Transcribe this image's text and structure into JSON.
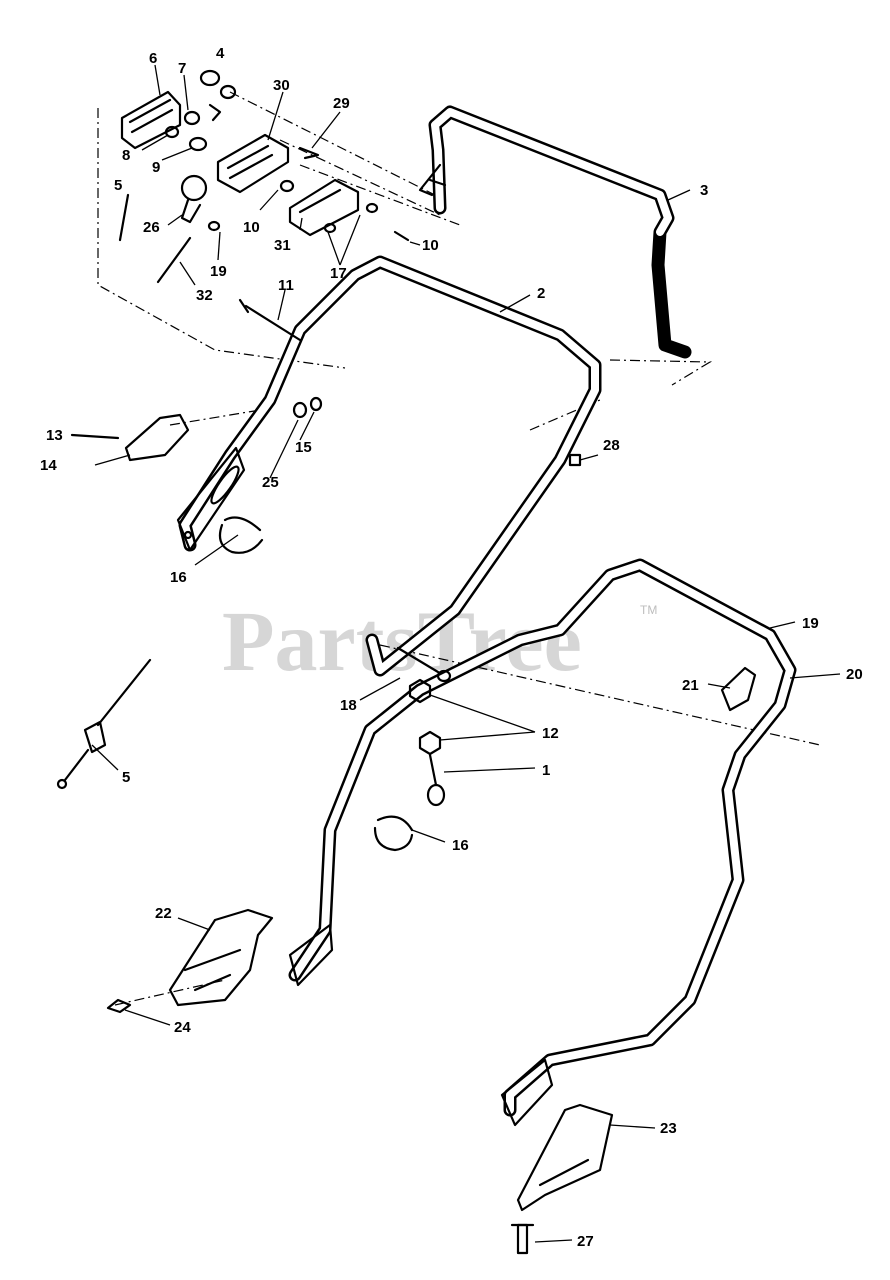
{
  "watermark": {
    "text": "PartsTree",
    "tm": "TM"
  },
  "callouts": [
    {
      "id": "c-6",
      "label": "6"
    },
    {
      "id": "c-4",
      "label": "4"
    },
    {
      "id": "c-7",
      "label": "7"
    },
    {
      "id": "c-30",
      "label": "30"
    },
    {
      "id": "c-29",
      "label": "29"
    },
    {
      "id": "c-8",
      "label": "8"
    },
    {
      "id": "c-9",
      "label": "9"
    },
    {
      "id": "c-5a",
      "label": "5"
    },
    {
      "id": "c-26",
      "label": "26"
    },
    {
      "id": "c-10a",
      "label": "10"
    },
    {
      "id": "c-31",
      "label": "31"
    },
    {
      "id": "c-10b",
      "label": "10"
    },
    {
      "id": "c-19a",
      "label": "19"
    },
    {
      "id": "c-17",
      "label": "17"
    },
    {
      "id": "c-32",
      "label": "32"
    },
    {
      "id": "c-3",
      "label": "3"
    },
    {
      "id": "c-11",
      "label": "11"
    },
    {
      "id": "c-2",
      "label": "2"
    },
    {
      "id": "c-13",
      "label": "13"
    },
    {
      "id": "c-14",
      "label": "14"
    },
    {
      "id": "c-15",
      "label": "15"
    },
    {
      "id": "c-25",
      "label": "25"
    },
    {
      "id": "c-28",
      "label": "28"
    },
    {
      "id": "c-16a",
      "label": "16"
    },
    {
      "id": "c-19b",
      "label": "19"
    },
    {
      "id": "c-20",
      "label": "20"
    },
    {
      "id": "c-21",
      "label": "21"
    },
    {
      "id": "c-18",
      "label": "18"
    },
    {
      "id": "c-12",
      "label": "12"
    },
    {
      "id": "c-5b",
      "label": "5"
    },
    {
      "id": "c-1",
      "label": "1"
    },
    {
      "id": "c-16b",
      "label": "16"
    },
    {
      "id": "c-22",
      "label": "22"
    },
    {
      "id": "c-24",
      "label": "24"
    },
    {
      "id": "c-23",
      "label": "23"
    },
    {
      "id": "c-27",
      "label": "27"
    }
  ]
}
